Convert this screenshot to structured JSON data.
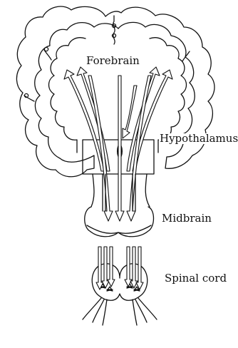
{
  "labels": {
    "forebrain": "Forebrain",
    "hypothalamus": "Hypothalamus",
    "midbrain": "Midbrain",
    "spinal_cord": "Spinal cord"
  }
}
